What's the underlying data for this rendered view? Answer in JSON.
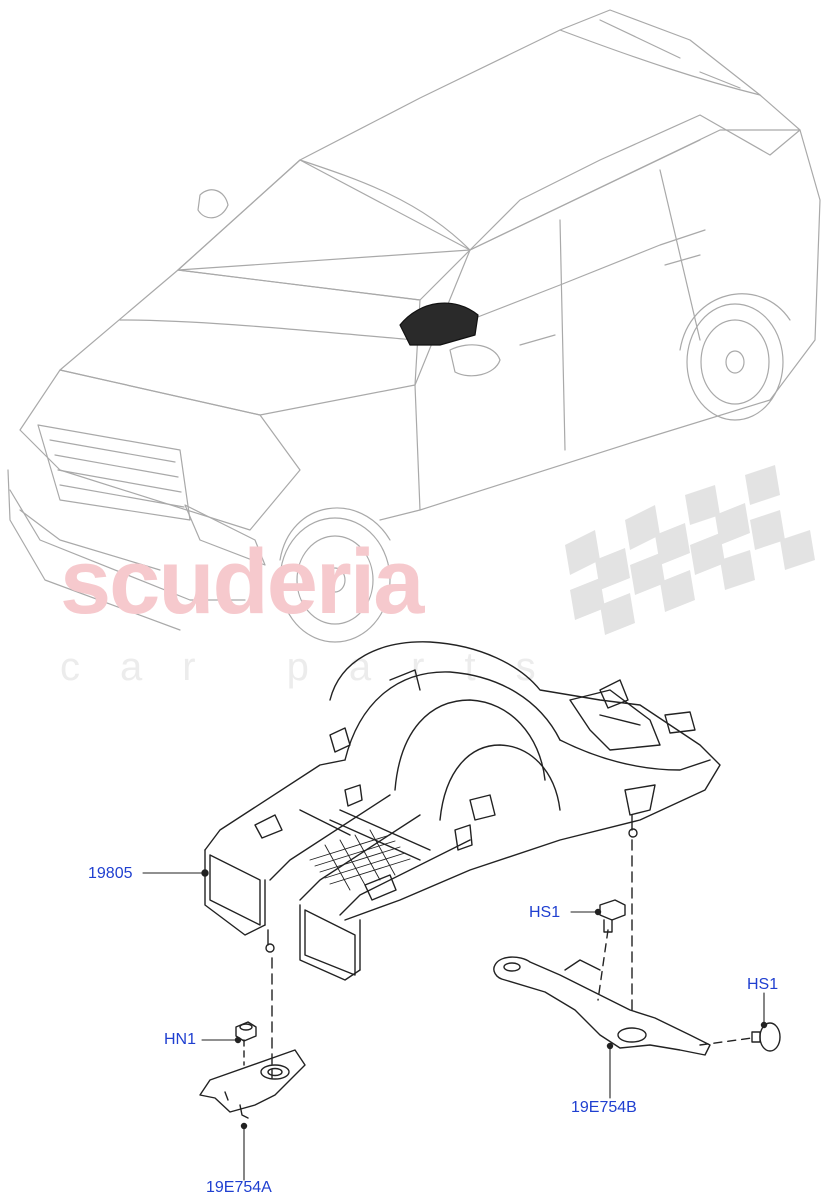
{
  "watermark": {
    "main": "scuderia",
    "sub": "car parts"
  },
  "callouts": {
    "duct": "19805",
    "hs1_upper": "HS1",
    "hs1_right": "HS1",
    "hn1": "HN1",
    "bracket_a": "19E754A",
    "bracket_b": "19E754B"
  },
  "colors": {
    "callout_text": "#1f3fd0",
    "outline": "#222222",
    "vehicle_line": "#a9a9a9",
    "watermark_main": "#f6c9cd",
    "watermark_checker": "#e3e3e3"
  }
}
